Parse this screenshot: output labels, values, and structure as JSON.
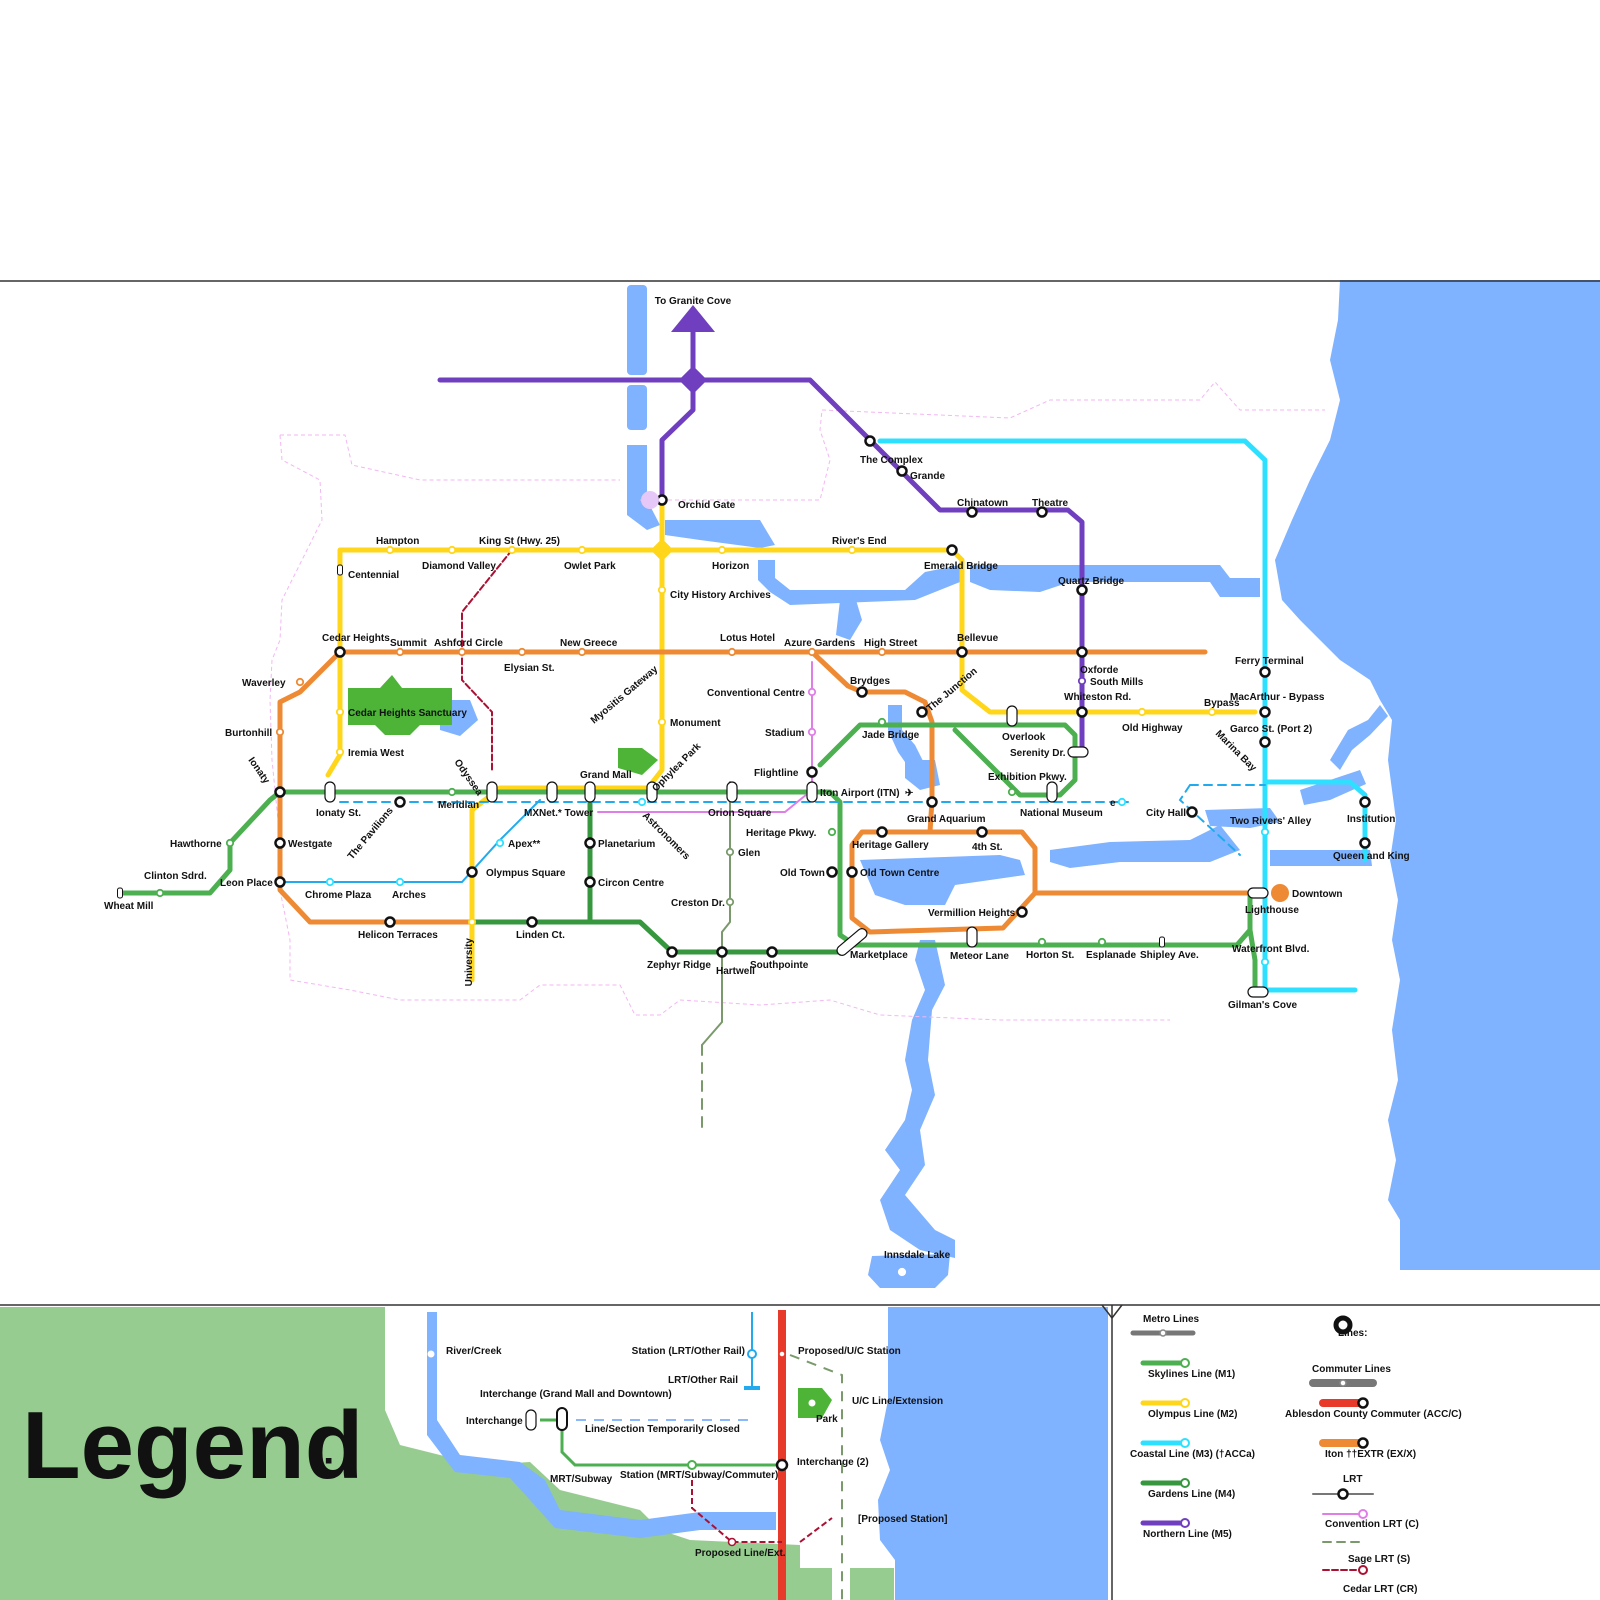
{
  "colors": {
    "water": "#7fb2ff",
    "land": "#96cc8f",
    "park": "#4db438",
    "skylines": "#4caf50",
    "olympus": "#ffd61a",
    "coastal": "#2ee0ff",
    "gardens": "#36973f",
    "northern": "#6f3fbf",
    "iton": "#ee8a33",
    "lrt_blue": "#22aaee",
    "convention": "#e07ee8",
    "sage": "#7b9a6c",
    "cedar": "#aa1133",
    "commuter": "#777777",
    "acc": "#e83a2a",
    "boundary": "#f3b7f3",
    "ink": "#111111"
  },
  "map": {
    "stations": {
      "to_granite_cove": "To Granite Cove",
      "orchid_gate": "Orchid Gate",
      "the_complex": "The Complex",
      "grande": "Grande",
      "chinatown": "Chinatown",
      "theatre": "Theatre",
      "hampton": "Hampton",
      "king_st": "King St (Hwy. 25)",
      "centennial": "Centennial",
      "diamond_valley": "Diamond Valley",
      "owlet_park": "Owlet Park",
      "horizon": "Horizon",
      "rivers_end": "River's End",
      "emerald_bridge": "Emerald Bridge",
      "city_history_archives": "City History Archives",
      "quartz_bridge": "Quartz Bridge",
      "cedar_heights": "Cedar Heights",
      "summit": "Summit",
      "ashford_circle": "Ashford Circle",
      "elysian_st": "Elysian St.",
      "new_greece": "New Greece",
      "lotus_hotel": "Lotus Hotel",
      "azure_gardens": "Azure Gardens",
      "high_street": "High Street",
      "bellevue": "Bellevue",
      "ferry_terminal": "Ferry Terminal",
      "oxforde": "Oxforde",
      "south_mills": "South Mills",
      "whiteston_rd": "Whiteston Rd.",
      "waverley": "Waverley",
      "myositis_gateway": "Myositis Gateway",
      "conventional_centre": "Conventional Centre",
      "brydges": "Brydges",
      "the_junction": "The Junction",
      "bypass": "Bypass",
      "macarthur_bypass": "MacArthur - Bypass",
      "burtonhill": "Burtonhill",
      "cedar_heights_sanctuary": "Cedar Heights Sanctuary",
      "monument": "Monument",
      "stadium": "Stadium",
      "jade_bridge": "Jade Bridge",
      "overlook": "Overlook",
      "old_highway": "Old Highway",
      "garco_st": "Garco St. (Port 2)",
      "iremia_west": "Iremia West",
      "marina_bay": "Marina Bay",
      "serenity_dr": "Serenity Dr.",
      "ionaty": "Ionaty",
      "odyssea": "Odyssea",
      "grand_mall": "Grand Mall",
      "ophylea_park": "Ophylea Park",
      "flightline": "Flightline",
      "exhibition_pkwy": "Exhibition Pkwy.",
      "iton_airport": "Iton Airport (ITN)",
      "ionaty_st": "Ionaty St.",
      "meridian": "Meridian",
      "mxnet_tower": "MXNet.* Tower",
      "orion_square": "Orion Square",
      "grand_aquarium": "Grand Aquarium",
      "national_museum": "National Museum",
      "e_marker": "e",
      "city_hall": "City Hall",
      "two_rivers_alley": "Two Rivers' Alley",
      "institution": "Institution",
      "the_pavilions": "The Pavilions",
      "astronomers": "Astronomers",
      "heritage_pkwy": "Heritage Pkwy.",
      "hawthorne": "Hawthorne",
      "westgate": "Westgate",
      "apex": "Apex**",
      "planetarium": "Planetarium",
      "heritage_gallery": "Heritage Gallery",
      "fourth_st": "4th St.",
      "glen": "Glen",
      "queen_and_king": "Queen and King",
      "clinton_sdrd": "Clinton Sdrd.",
      "olympus_square": "Olympus Square",
      "old_town": "Old Town",
      "old_town_centre": "Old Town Centre",
      "leon_place": "Leon Place",
      "circon_centre": "Circon Centre",
      "downtown": "Downtown",
      "wheat_mill": "Wheat Mill",
      "chrome_plaza": "Chrome Plaza",
      "arches": "Arches",
      "creston_dr": "Creston Dr.",
      "lighthouse": "Lighthouse",
      "vermillion_heights": "Vermillion Heights",
      "helicon_terraces": "Helicon Terraces",
      "linden_ct": "Linden Ct.",
      "waterfront_blvd": "Waterfront Blvd.",
      "marketplace": "Marketplace",
      "meteor_lane": "Meteor Lane",
      "horton_st": "Horton St.",
      "esplanade": "Esplanade",
      "shipley_ave": "Shipley Ave.",
      "zephyr_ridge": "Zephyr Ridge",
      "hartwell": "Hartwell",
      "southpointe": "Southpointe",
      "university": "University",
      "gilmans_cove": "Gilman's Cove",
      "innsdale_lake": "Innsdale Lake"
    }
  },
  "legend": {
    "title": "Legend",
    "river_creek": "River/Creek",
    "station_lrt": "Station (LRT/Other Rail)",
    "lrt_other_rail": "LRT/Other Rail",
    "interchange_gm": "Interchange (Grand Mall and Downtown)",
    "interchange": "Interchange",
    "line_closed": "Line/Section Temporarily Closed",
    "mrt_subway": "MRT/Subway",
    "station_mrt": "Station (MRT/Subway/Commuter)",
    "interchange_2": "Interchange (2)",
    "proposed_uc_station": "Proposed/U/C Station",
    "uc_line": "U/C Line/Extension",
    "park": "Park",
    "proposed_station": "[Proposed Station]",
    "proposed_line": "Proposed Line/Ext.",
    "metro_lines": "Metro Lines",
    "lines": "Lines:",
    "skylines": "Skylines Line (M1)",
    "olympus": "Olympus Line (M2)",
    "coastal": "Coastal Line (M3) (†ACCa)",
    "gardens": "Gardens Line (M4)",
    "northern": "Northern Line (M5)",
    "commuter_lines": "Commuter Lines",
    "ableson": "Ablesdon County Commuter (ACC/C)",
    "iton_extr": "Iton ††EXTR (EX/X)",
    "lrt": "LRT",
    "convention_lrt": "Convention LRT (C)",
    "sage_lrt": "Sage LRT (S)",
    "cedar_lrt": "Cedar LRT (CR)"
  }
}
